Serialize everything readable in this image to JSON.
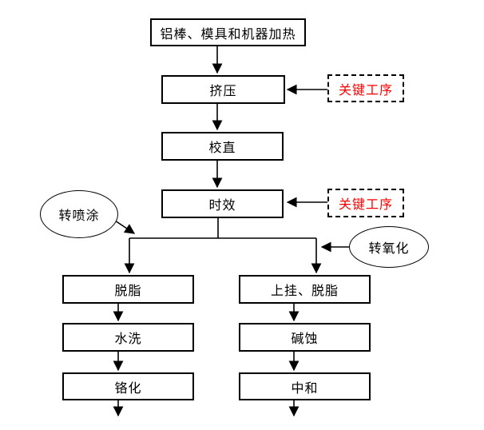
{
  "flowchart": {
    "nodes": {
      "heating": "铝棒、模具和机器加热",
      "extrusion": "挤压",
      "straightening": "校直",
      "aging": "时效",
      "key_process_1": "关键工序",
      "key_process_2": "关键工序",
      "to_spray_coating": "转喷涂",
      "to_oxidation": "转氧化",
      "degreasing": "脱脂",
      "water_washing": "水洗",
      "chromating": "铬化",
      "hanging_degreasing": "上挂、脱脂",
      "alkali_etching": "碱蚀",
      "neutralization": "中和"
    },
    "colors": {
      "key_process_text": "#ff0000",
      "line": "#000000",
      "box_border": "#000000",
      "background": "#ffffff"
    }
  }
}
